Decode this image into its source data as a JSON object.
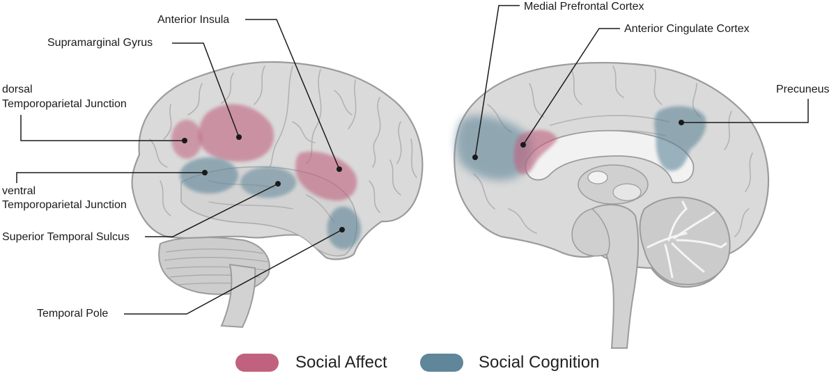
{
  "colors": {
    "affect": "#c0627e",
    "cognition": "#5f8699",
    "brain_fill": "#d9d9d9",
    "brain_stroke": "#9b9b9b",
    "leader": "#1a1a1a"
  },
  "labels": {
    "anterior_insula": "Anterior Insula",
    "supramarginal_gyrus": "Supramarginal Gyrus",
    "dtpj_line1": "dorsal",
    "dtpj_line2": "Temporoparietal Junction",
    "vtpj_line1": "ventral",
    "vtpj_line2": "Temporoparietal Junction",
    "sts": "Superior Temporal Sulcus",
    "temporal_pole": "Temporal Pole",
    "mpfc": "Medial Prefrontal Cortex",
    "acc": "Anterior Cingulate Cortex",
    "precuneus": "Precuneus"
  },
  "legend": {
    "affect": "Social Affect",
    "cognition": "Social Cognition"
  }
}
